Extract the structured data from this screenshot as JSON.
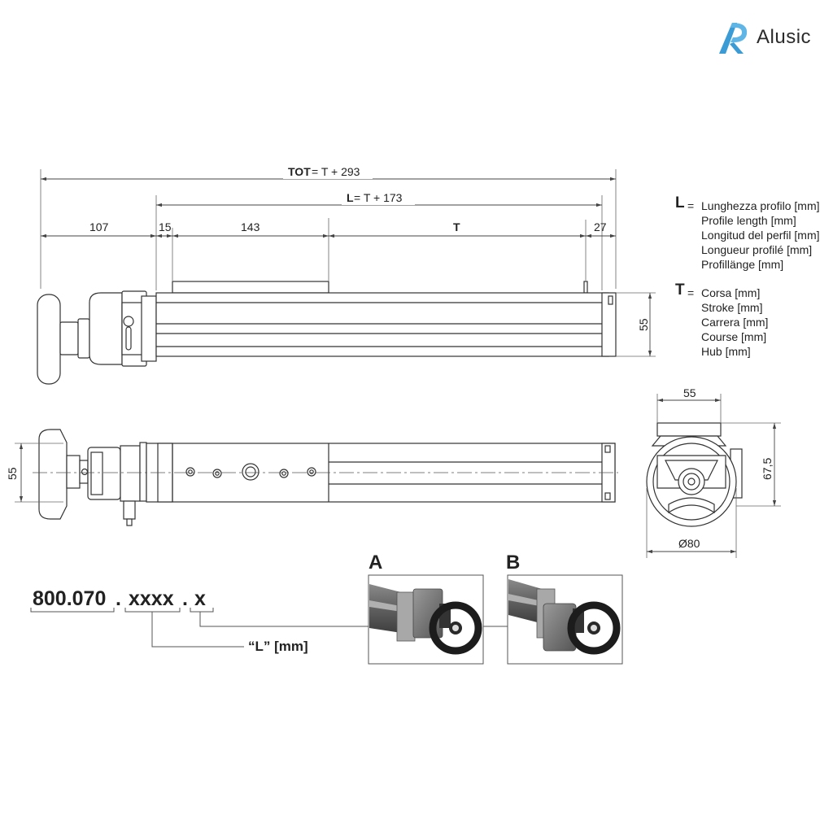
{
  "brand": {
    "name": "Alusic"
  },
  "dimensions": {
    "tot_key": "TOT",
    "tot_formula": " = T + 293",
    "l_key": "L",
    "l_formula": " = T + 173",
    "d107": "107",
    "d15": "15",
    "d143": "143",
    "dT": "T",
    "d27": "27",
    "height_side": "55",
    "height_top": "55",
    "end_width": "55",
    "end_height": "67,5",
    "end_diameter": "Ø80"
  },
  "legend": {
    "L": {
      "key": "L",
      "eq": "=",
      "lines": [
        "Lunghezza profilo [mm]",
        "Profile length [mm]",
        "Longitud del perfil [mm]",
        "Longueur profilé [mm]",
        "Profillänge [mm]"
      ]
    },
    "T": {
      "key": "T",
      "eq": "=",
      "lines": [
        "Corsa [mm]",
        "Stroke [mm]",
        "Carrera [mm]",
        "Course [mm]",
        "Hub [mm]"
      ]
    }
  },
  "order_code": {
    "part1": "800.070",
    "dot1": ".",
    "part2": "xxxx",
    "dot2": ".",
    "part3": "x",
    "l_label": "“L” [mm]"
  },
  "options": [
    {
      "letter": "A"
    },
    {
      "letter": "B"
    }
  ],
  "colors": {
    "line": "#333333",
    "dim": "#555555",
    "accent": "#3a9bd5"
  }
}
